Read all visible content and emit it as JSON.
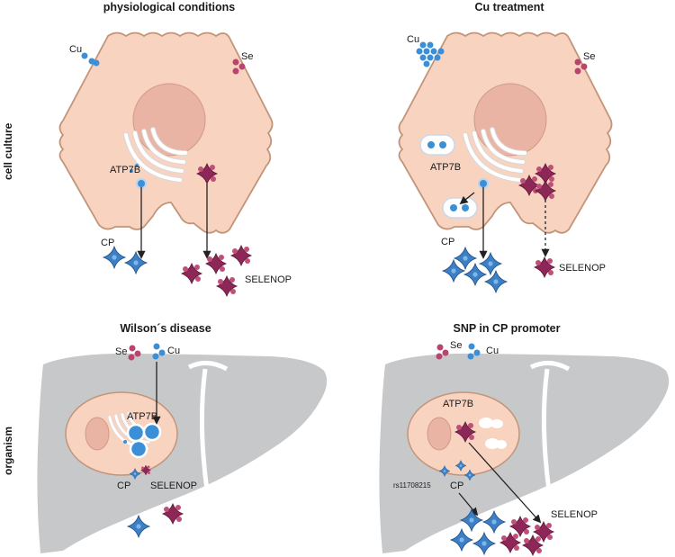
{
  "row_labels": {
    "top": "cell culture",
    "bottom": "organism"
  },
  "panels": {
    "physiological": {
      "title": "physiological conditions",
      "cu": "Cu",
      "se": "Se",
      "atp7b": "ATP7B",
      "cp": "CP",
      "selenop": "SELENOP"
    },
    "cu_treatment": {
      "title": "Cu treatment",
      "cu": "Cu",
      "se": "Se",
      "atp7b": "ATP7B",
      "cp": "CP",
      "selenop": "SELENOP"
    },
    "wilson": {
      "title": "Wilson´s disease",
      "se": "Se",
      "cu": "Cu",
      "atp7b": "ATP7B",
      "cp": "CP",
      "selenop": "SELENOP"
    },
    "snp": {
      "title": "SNP in CP promoter",
      "se": "Se",
      "cu": "Cu",
      "atp7b": "ATP7B",
      "cp": "CP",
      "selenop": "SELENOP",
      "snp_id": "rs11708215"
    }
  },
  "colors": {
    "cell_fill": "#f8d3c0",
    "cell_stroke": "#c2957a",
    "nucleus": "#e9b4a3",
    "liver": "#c7c8ca",
    "copper": "#3b8fd6",
    "selenium": "#b8456d",
    "cp_protein": "#3d7fc4",
    "selenop_protein": "#8c2757"
  }
}
